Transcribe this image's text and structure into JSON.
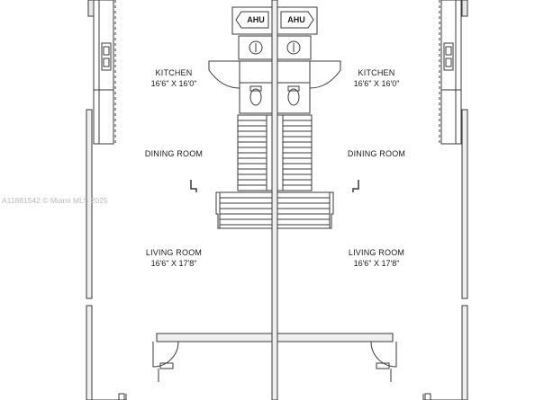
{
  "rooms": {
    "left": {
      "kitchen": {
        "name": "KITCHEN",
        "dims": "16'6\" X 16'0\""
      },
      "dining": {
        "name": "DINING ROOM"
      },
      "living": {
        "name": "LIVING ROOM",
        "dims": "16'6\" X 17'8\""
      }
    },
    "right": {
      "kitchen": {
        "name": "KITCHEN",
        "dims": "16'6\" X 16'0\""
      },
      "dining": {
        "name": "DINING ROOM"
      },
      "living": {
        "name": "LIVING ROOM",
        "dims": "16'6\" X 17'8\""
      }
    }
  },
  "ahu": {
    "left": "AHU",
    "right": "AHU"
  },
  "watermark": "A11881542 © Miami MLS 2025",
  "colors": {
    "wall": "#3a3a3a",
    "line": "#444444",
    "watermark": "#b9b9b9"
  }
}
